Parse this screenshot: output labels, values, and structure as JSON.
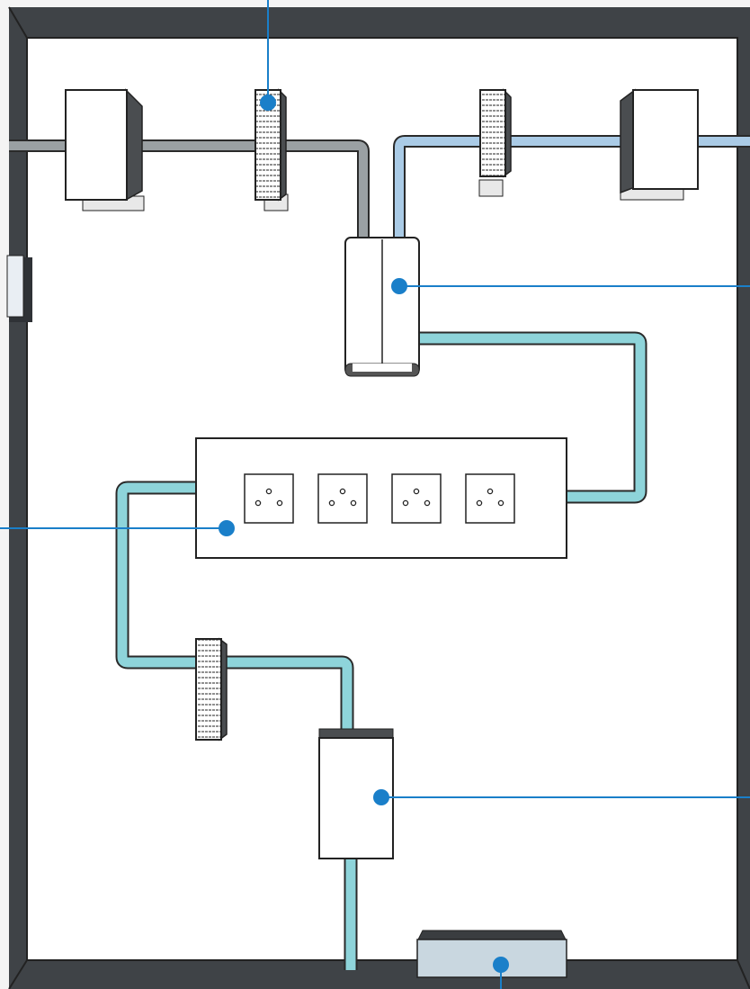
{
  "diagram": {
    "description_visible_text": [],
    "colors": {
      "wall_dark": "#3f4347",
      "wall_inner": "#ffffff",
      "gray_pipe": "#8e9396",
      "blue_pipe": "#aacbe6",
      "cyan_pipe": "#8ed4da",
      "callout": "#1a7fc9",
      "box_fill": "#ffffff",
      "box_side": "#4a4d50",
      "vent_fill": "#c9d7e0"
    },
    "components": [
      {
        "id": "box-top-left",
        "icon": "cube-box"
      },
      {
        "id": "meter-top-left",
        "icon": "gauge-meter"
      },
      {
        "id": "meter-top-right",
        "icon": "gauge-meter"
      },
      {
        "id": "box-top-right",
        "icon": "cube-box"
      },
      {
        "id": "mixing-cylinder",
        "icon": "cylinder-tank"
      },
      {
        "id": "socket-panel",
        "icon": "power-outlet-strip",
        "socket_count": 4
      },
      {
        "id": "meter-bottom",
        "icon": "gauge-meter"
      },
      {
        "id": "unit-bottom",
        "icon": "cabinet-box"
      },
      {
        "id": "floor-vent",
        "icon": "vent-grille"
      },
      {
        "id": "wall-opening-left",
        "icon": "wall-door"
      }
    ],
    "callouts": [
      {
        "name": "callout-meter-top-left",
        "target": "meter-top-left"
      },
      {
        "name": "callout-mixing-cylinder",
        "target": "mixing-cylinder"
      },
      {
        "name": "callout-socket-panel",
        "target": "socket-panel"
      },
      {
        "name": "callout-unit-bottom",
        "target": "unit-bottom"
      },
      {
        "name": "callout-floor-vent",
        "target": "floor-vent"
      }
    ]
  }
}
